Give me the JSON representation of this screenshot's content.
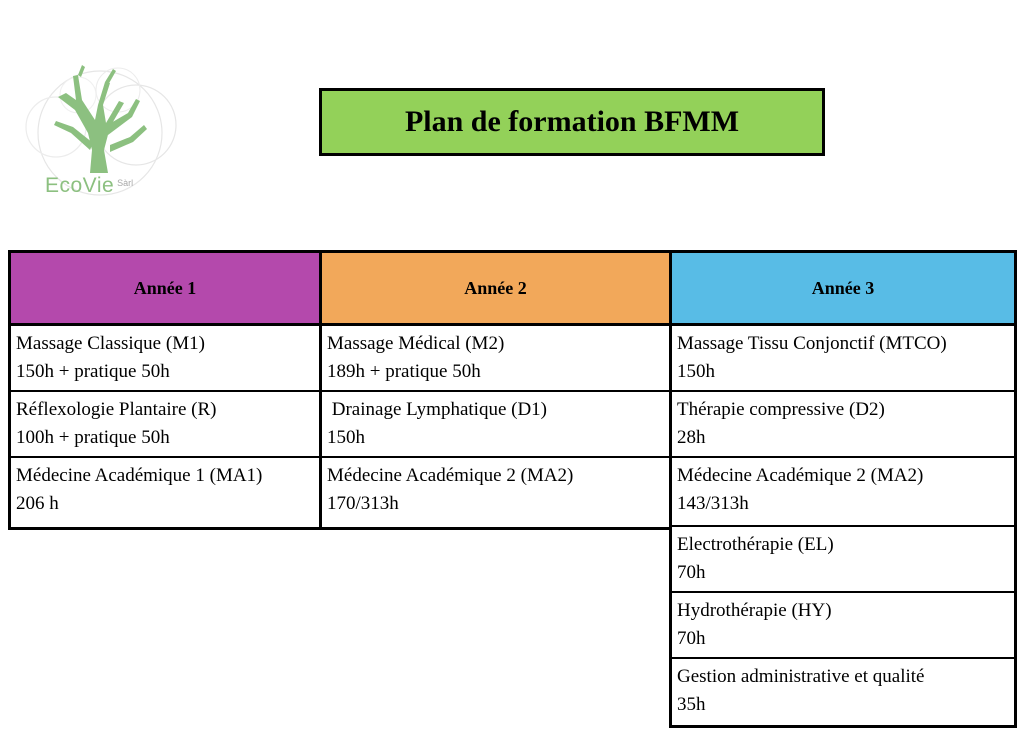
{
  "logo": {
    "name": "EcoVie",
    "suffix": "Sàrl",
    "icon": "tree-logo-icon"
  },
  "title": "Plan de formation BFMM",
  "colors": {
    "title_bg": "#93d159",
    "year1": "#b449ac",
    "year2": "#f2a85a",
    "year3": "#58bce6"
  },
  "columns": [
    {
      "header": "Année 1",
      "modules": [
        {
          "name": "Massage Classique (M1)",
          "hours": "150h + pratique 50h"
        },
        {
          "name": "Réflexologie Plantaire (R)",
          "hours": "100h + pratique 50h"
        },
        {
          "name": "Médecine Académique 1 (MA1)",
          "hours": "206 h"
        }
      ]
    },
    {
      "header": "Année 2",
      "modules": [
        {
          "name": "Massage Médical (M2)",
          "hours": "189h + pratique 50h"
        },
        {
          "name": " Drainage Lymphatique (D1)",
          "hours": "150h"
        },
        {
          "name": "Médecine Académique 2 (MA2)",
          "hours": "170/313h"
        }
      ]
    },
    {
      "header": "Année 3",
      "modules": [
        {
          "name": "Massage Tissu Conjonctif (MTCO)",
          "hours": "150h"
        },
        {
          "name": "Thérapie compressive (D2)",
          "hours": "28h"
        },
        {
          "name": "Médecine Académique 2 (MA2)",
          "hours": "143/313h"
        },
        {
          "name": "Electrothérapie (EL)",
          "hours": "70h"
        },
        {
          "name": "Hydrothérapie (HY)",
          "hours": "70h"
        },
        {
          "name": "Gestion administrative et qualité",
          "hours": "35h"
        }
      ]
    }
  ]
}
